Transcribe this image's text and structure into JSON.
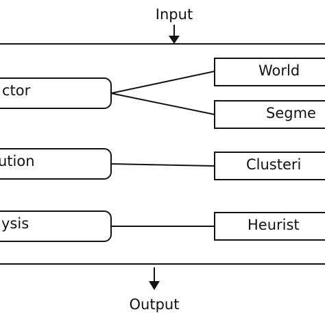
{
  "io": {
    "input_label": "Input",
    "output_label": "Output"
  },
  "left_nodes": [
    {
      "label": "ctor"
    },
    {
      "label": "ution"
    },
    {
      "label": "ysis"
    }
  ],
  "right_nodes": [
    {
      "label": "World"
    },
    {
      "label": "Segme"
    },
    {
      "label": "Clusteri"
    },
    {
      "label": "Heurist"
    }
  ]
}
